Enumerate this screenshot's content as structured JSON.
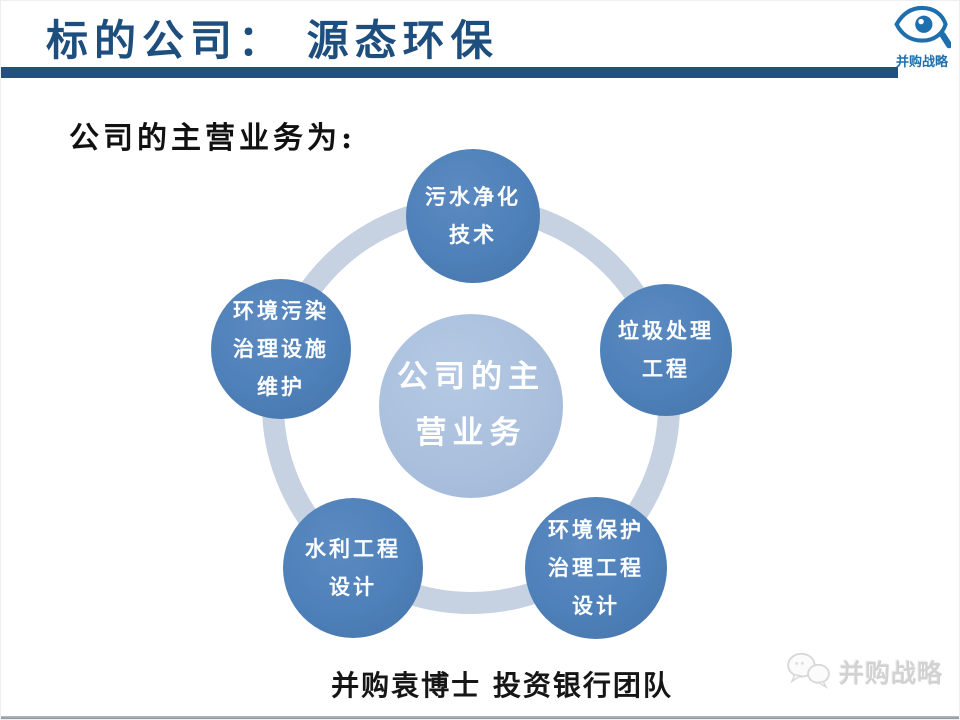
{
  "slide": {
    "title": "标的公司： 源态环保",
    "heading": "公司的主营业务为:",
    "footer": "并购袁博士 投资银行团队"
  },
  "logo": {
    "label": "并购战略"
  },
  "watermark": {
    "label": "并购战略"
  },
  "diagram": {
    "type": "cycle",
    "center": {
      "label": "公司的主\n营业务"
    },
    "nodes": [
      {
        "position": "top",
        "label": "污水净化\n技术"
      },
      {
        "position": "right",
        "label": "垃圾处理\n工程"
      },
      {
        "position": "bottom-right",
        "label": "环境保护\n治理工程\n设计"
      },
      {
        "position": "bottom-left",
        "label": "水利工程\n设计"
      },
      {
        "position": "left",
        "label": "环境污染\n治理设施\n维护"
      }
    ]
  },
  "colors": {
    "title-navy": "#1d4e7d",
    "bar-navy": "#24507e",
    "node-blue": "#4e80b9",
    "center-blue": "#a9bfdc",
    "ring-blue": "#c6d1e1",
    "logo-blue": "#1e6fae",
    "watermark-gray": "#d2d2d2"
  }
}
